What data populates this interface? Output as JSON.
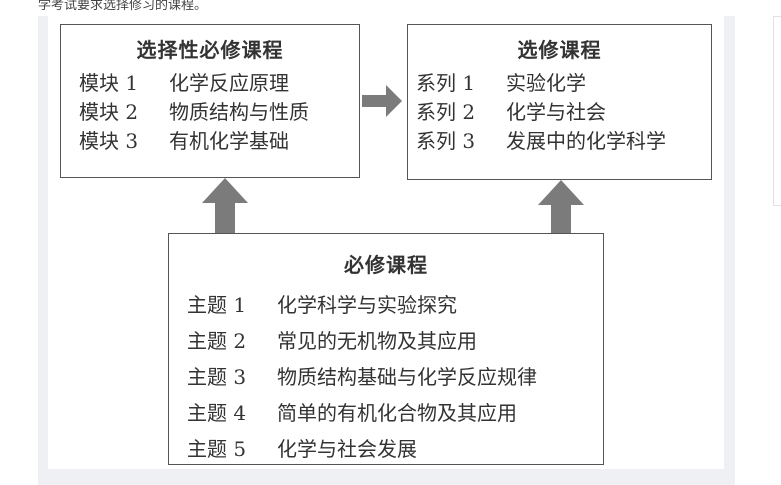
{
  "caption": "学考试要求选择修习的课程。",
  "diagram": {
    "elective_required": {
      "title": "选择性必修课程",
      "items": [
        {
          "key": "模块 1",
          "label": "化学反应原理"
        },
        {
          "key": "模块 2",
          "label": "物质结构与性质"
        },
        {
          "key": "模块 3",
          "label": "有机化学基础"
        }
      ]
    },
    "elective": {
      "title": "选修课程",
      "items": [
        {
          "key": "系列 1",
          "label": "实验化学"
        },
        {
          "key": "系列 2",
          "label": "化学与社会"
        },
        {
          "key": "系列 3",
          "label": "发展中的化学科学"
        }
      ]
    },
    "compulsory": {
      "title": "必修课程",
      "items": [
        {
          "key": "主题 1",
          "label": "化学科学与实验探究"
        },
        {
          "key": "主题 2",
          "label": "常见的无机物及其应用"
        },
        {
          "key": "主题 3",
          "label": "物质结构基础与化学反应规律"
        },
        {
          "key": "主题 4",
          "label": "简单的有机化合物及其应用"
        },
        {
          "key": "主题 5",
          "label": "化学与社会发展"
        }
      ]
    },
    "colors": {
      "arrow": "#7b7b7b",
      "border": "#555555",
      "text": "#333333",
      "panel": "#eef0f3"
    }
  }
}
